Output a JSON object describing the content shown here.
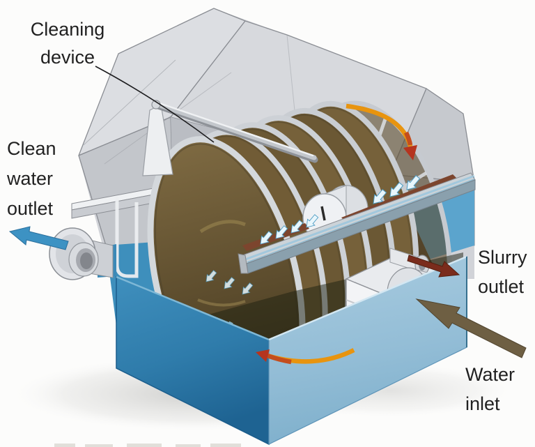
{
  "diagram": {
    "labels": {
      "cleaning_device": {
        "lines": [
          "Cleaning",
          "device"
        ]
      },
      "clean_water_outlet": {
        "lines": [
          "Clean",
          "water",
          "outlet"
        ]
      },
      "slurry_outlet": {
        "lines": [
          "Slurry",
          "outlet"
        ]
      },
      "water_inlet": {
        "lines": [
          "Water",
          "inlet"
        ]
      }
    },
    "flow_arrows": {
      "clean_water": {
        "icon": "flow-arrow-left",
        "color": "#3d92c3"
      },
      "slurry": {
        "icon": "flow-arrow-right",
        "color": "#7a2c1c"
      },
      "water_inlet": {
        "icon": "flow-arrow-into-pipe",
        "color": "#6e5f43"
      },
      "rotation_top": {
        "icon": "rotation-arrow",
        "color": "#e8940f",
        "tip": "#b5341f"
      },
      "rotation_bottom": {
        "icon": "rotation-arrow",
        "color": "#e8940f",
        "tip": "#b5341f"
      },
      "falling_slurry": {
        "icon": "chevron-drop-arrows",
        "color": "#e6f4fa"
      }
    },
    "colors": {
      "background": "#fcfcfb",
      "housing": "#d2d5da",
      "tank_dark_blue": "#2f7fae",
      "tank_light_blue": "#9cc4da",
      "water": "#58a2cb",
      "disc_rim_silver": "#c9cdd2",
      "sludge_brown": "#6e5a36",
      "label_text": "#212121"
    }
  }
}
